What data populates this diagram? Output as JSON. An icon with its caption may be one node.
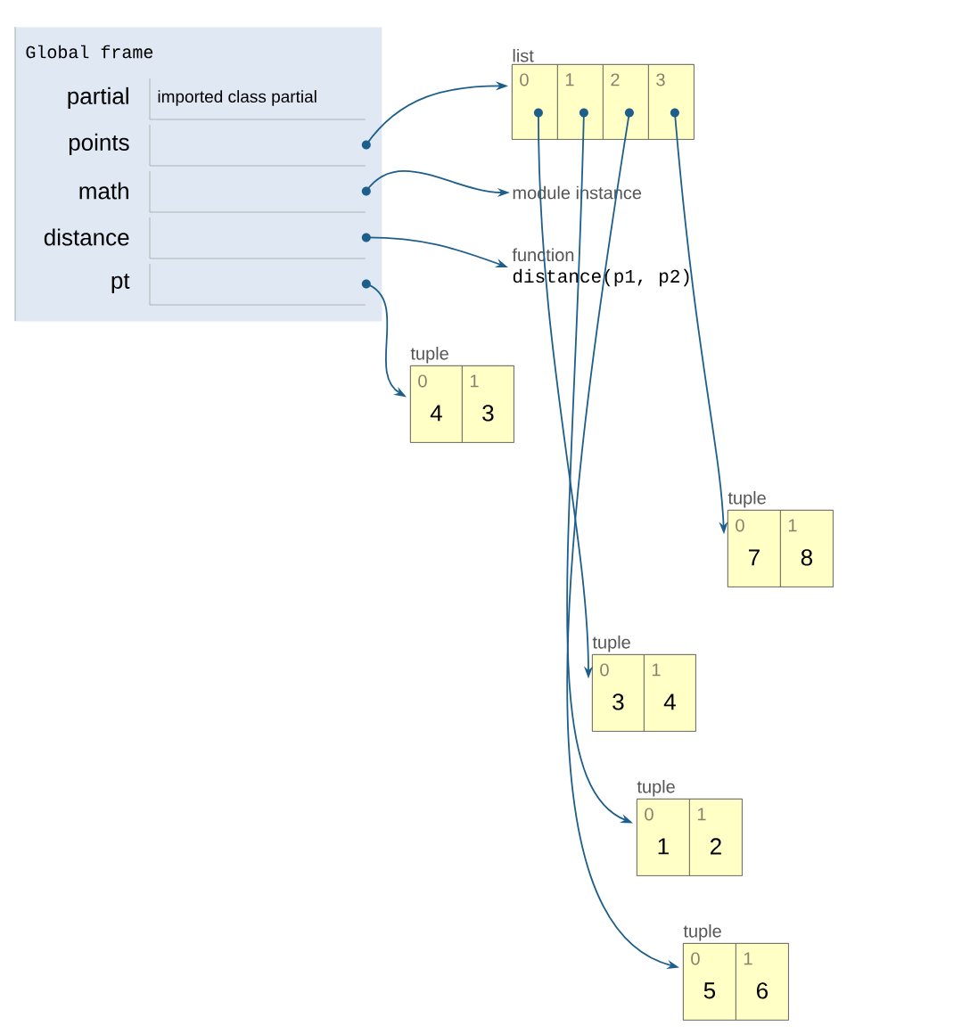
{
  "diagram": {
    "nodes": [
      {
        "text": [
          "Global frame"
        ]
      },
      {
        "text": [
          "partial",
          "imported class partial"
        ],
        "in": 0
      },
      {
        "text": [
          "points"
        ],
        "in": 0
      },
      {
        "text": [
          "math"
        ],
        "in": 0
      },
      {
        "text": [
          "distance"
        ],
        "in": 0
      },
      {
        "text": [
          "pt"
        ],
        "in": 0
      },
      {
        "text": [
          "list"
        ]
      },
      {
        "text": [
          "0"
        ],
        "in": 6
      },
      {
        "text": [
          "1"
        ],
        "in": 6
      },
      {
        "text": [
          "2"
        ],
        "in": 6
      },
      {
        "text": [
          "3"
        ],
        "in": 6
      },
      {
        "text": [
          "module instance"
        ]
      },
      {
        "text": [
          "function",
          "distance(p1, p2)"
        ]
      },
      {
        "text": [
          "tuple"
        ]
      },
      {
        "text": [
          "0",
          "4"
        ],
        "in": 13
      },
      {
        "text": [
          "1",
          "3"
        ],
        "in": 13
      },
      {
        "text": [
          "tuple"
        ]
      },
      {
        "text": [
          "0",
          "7"
        ],
        "in": 16
      },
      {
        "text": [
          "1",
          "8"
        ],
        "in": 16
      },
      {
        "text": [
          "tuple"
        ]
      },
      {
        "text": [
          "0",
          "3"
        ],
        "in": 19
      },
      {
        "text": [
          "1",
          "4"
        ],
        "in": 19
      },
      {
        "text": [
          "tuple"
        ]
      },
      {
        "text": [
          "0",
          "1"
        ],
        "in": 22
      },
      {
        "text": [
          "1",
          "2"
        ],
        "in": 22
      },
      {
        "text": [
          "tuple"
        ]
      },
      {
        "text": [
          "0",
          "5"
        ],
        "in": 25
      },
      {
        "text": [
          "1",
          "6"
        ],
        "in": 25
      }
    ],
    "edges": [
      {
        "from": 2,
        "to": 6,
        "arrow": "to"
      },
      {
        "from": 3,
        "to": 11,
        "arrow": "to"
      },
      {
        "from": 4,
        "to": 12,
        "arrow": "to"
      },
      {
        "from": 5,
        "to": 13,
        "arrow": "to"
      },
      {
        "from": 7,
        "to": 19,
        "arrow": "to"
      },
      {
        "from": 8,
        "to": 22,
        "arrow": "to"
      },
      {
        "from": 9,
        "to": 25,
        "arrow": "to"
      },
      {
        "from": 10,
        "to": 16,
        "arrow": "to"
      }
    ]
  }
}
